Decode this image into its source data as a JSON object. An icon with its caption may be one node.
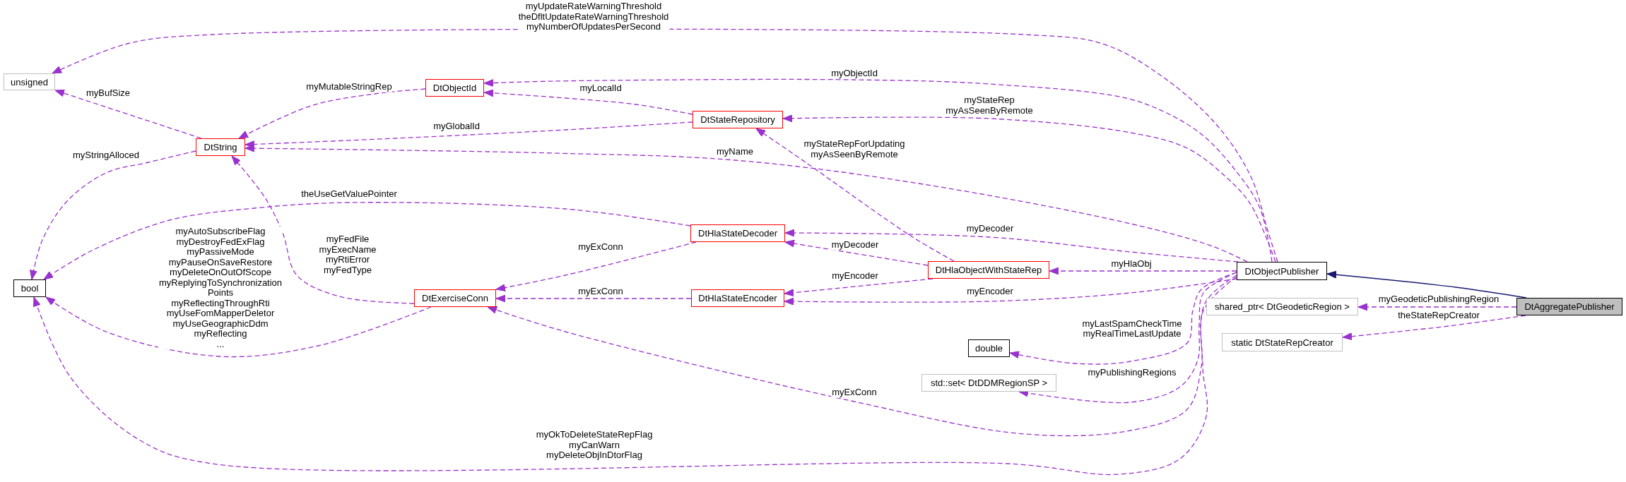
{
  "diagram": {
    "nodes": [
      {
        "text": [
          "unsigned"
        ]
      },
      {
        "text": [
          "DtObjectId"
        ]
      },
      {
        "text": [
          "DtString"
        ]
      },
      {
        "text": [
          "bool"
        ]
      },
      {
        "text": [
          "DtExerciseConn"
        ]
      },
      {
        "text": [
          "DtStateRepository"
        ]
      },
      {
        "text": [
          "DtHlaStateDecoder"
        ]
      },
      {
        "text": [
          "DtHlaObjectWithStateRep"
        ]
      },
      {
        "text": [
          "DtHlaStateEncoder"
        ]
      },
      {
        "text": [
          "double"
        ]
      },
      {
        "text": [
          "std::set< DtDDMRegionSP >"
        ]
      },
      {
        "text": [
          "DtObjectPublisher"
        ]
      },
      {
        "text": [
          "shared_ptr< DtGeodeticRegion >"
        ]
      },
      {
        "text": [
          "static DtStateRepCreator"
        ]
      },
      {
        "text": [
          "DtAggregatePublisher"
        ]
      }
    ],
    "edges": [
      {
        "from": 11,
        "to": 0,
        "arrow": "to",
        "label": "myUpdateRateWarningThreshold theDfltUpdateRateWarningThreshold myNumberOfUpdatesPerSecond",
        "style": "dashed"
      },
      {
        "from": 2,
        "to": 0,
        "arrow": "to",
        "label": "myBufSize",
        "style": "dashed"
      },
      {
        "from": 1,
        "to": 2,
        "arrow": "to",
        "label": "myMutableStringRep",
        "style": "dashed"
      },
      {
        "from": 5,
        "to": 1,
        "arrow": "to",
        "label": "myLocalId",
        "style": "dashed"
      },
      {
        "from": 11,
        "to": 1,
        "arrow": "to",
        "label": "myObjectId",
        "style": "dashed"
      },
      {
        "from": 5,
        "to": 2,
        "arrow": "to",
        "label": "myGlobalId",
        "style": "dashed"
      },
      {
        "from": 11,
        "to": 2,
        "arrow": "to",
        "label": "myName",
        "style": "dashed"
      },
      {
        "from": 2,
        "to": 3,
        "arrow": "to",
        "label": "myStringAlloced",
        "style": "dashed"
      },
      {
        "from": 4,
        "to": 2,
        "arrow": "to",
        "label": "myFedFile myExecName myRtiError myFedType",
        "style": "dashed"
      },
      {
        "from": 6,
        "to": 3,
        "arrow": "to",
        "label": "theUseGetValuePointer",
        "style": "dashed"
      },
      {
        "from": 4,
        "to": 3,
        "arrow": "to",
        "label": "myAutoSubscribeFlag myDestroyFedExFlag myPassiveMode myPauseOnSaveRestore myDeleteOnOutOfScope myReplyingToSynchronization Points myReflectingThroughRti myUseFomMapperDeletor myUseGeographicDdm myReflecting ...",
        "style": "dashed"
      },
      {
        "from": 11,
        "to": 3,
        "arrow": "to",
        "label": "myOkToDeleteStateRepFlag myCanWarn myDeleteObjInDtorFlag",
        "style": "dashed"
      },
      {
        "from": 11,
        "to": 5,
        "arrow": "to",
        "label": "myStateRep myAsSeenByRemote",
        "style": "dashed"
      },
      {
        "from": 7,
        "to": 5,
        "arrow": "to",
        "label": "myStateRepForUpdating myAsSeenByRemote",
        "style": "dashed"
      },
      {
        "from": 6,
        "to": 4,
        "arrow": "to",
        "label": "myExConn",
        "style": "dashed"
      },
      {
        "from": 8,
        "to": 4,
        "arrow": "to",
        "label": "myExConn",
        "style": "dashed"
      },
      {
        "from": 11,
        "to": 4,
        "arrow": "to",
        "label": "myExConn",
        "style": "dashed"
      },
      {
        "from": 11,
        "to": 6,
        "arrow": "to",
        "label": "myDecoder",
        "style": "dashed"
      },
      {
        "from": 7,
        "to": 6,
        "arrow": "to",
        "label": "myDecoder",
        "style": "dashed"
      },
      {
        "from": 11,
        "to": 7,
        "arrow": "to",
        "label": "myHlaObj",
        "style": "dashed"
      },
      {
        "from": 7,
        "to": 8,
        "arrow": "to",
        "label": "myEncoder",
        "style": "dashed"
      },
      {
        "from": 11,
        "to": 8,
        "arrow": "to",
        "label": "myEncoder",
        "style": "dashed"
      },
      {
        "from": 11,
        "to": 9,
        "arrow": "to",
        "label": "myLastSpamCheckTime myRealTimeLastUpdate",
        "style": "dashed"
      },
      {
        "from": 11,
        "to": 10,
        "arrow": "to",
        "label": "myPublishingRegions",
        "style": "dashed"
      },
      {
        "from": 14,
        "to": 11,
        "arrow": "to",
        "color": "#191970"
      },
      {
        "from": 14,
        "to": 12,
        "arrow": "to",
        "label": "myGeodeticPublishingRegion",
        "style": "dashed"
      },
      {
        "from": 14,
        "to": 13,
        "arrow": "to",
        "label": "theStateRepCreator",
        "style": "dashed"
      }
    ]
  }
}
